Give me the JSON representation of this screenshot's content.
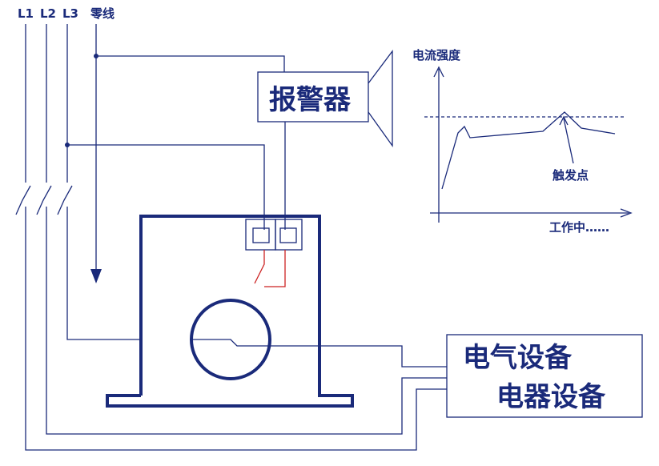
{
  "lines": {
    "l1": "L1",
    "l2": "L2",
    "l3": "L3",
    "neutral": "零线"
  },
  "alarm": {
    "label": "报警器"
  },
  "device": {
    "line1": "电气设备",
    "line2": "电器设备"
  },
  "graph": {
    "ylabel": "电流强度",
    "xlabel": "工作中……",
    "trigger_label": "触发点"
  },
  "colors": {
    "wire": "#1a2a7a",
    "contact": "#cc2222",
    "background": "#ffffff"
  }
}
